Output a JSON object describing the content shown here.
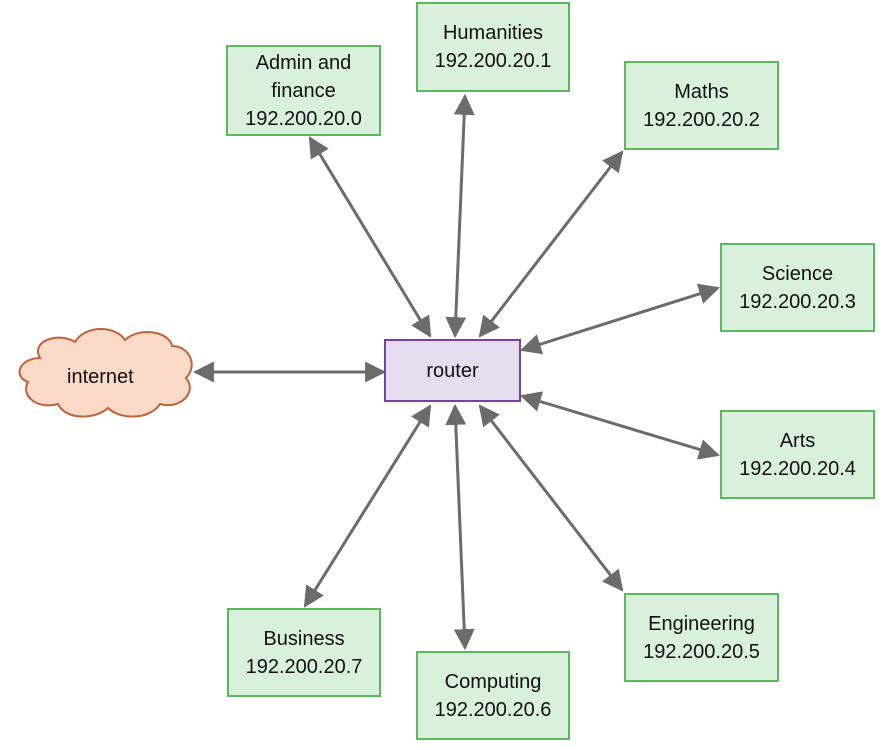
{
  "colors": {
    "node_fill": "#d9f0dd",
    "node_border": "#5cb85c",
    "router_fill": "#e6def0",
    "router_border": "#7b3f9e",
    "cloud_fill": "#f9d9c7",
    "cloud_border": "#c0623b",
    "arrow": "#6b6b6b"
  },
  "internet": {
    "label": "internet"
  },
  "router": {
    "label": "router"
  },
  "nodes": {
    "admin": {
      "name_line1": "Admin and",
      "name_line2": "finance",
      "ip": "192.200.20.0"
    },
    "humanities": {
      "name": "Humanities",
      "ip": "192.200.20.1"
    },
    "maths": {
      "name": "Maths",
      "ip": "192.200.20.2"
    },
    "science": {
      "name": "Science",
      "ip": "192.200.20.3"
    },
    "arts": {
      "name": "Arts",
      "ip": "192.200.20.4"
    },
    "engineering": {
      "name": "Engineering",
      "ip": "192.200.20.5"
    },
    "computing": {
      "name": "Computing",
      "ip": "192.200.20.6"
    },
    "business": {
      "name": "Business",
      "ip": "192.200.20.7"
    }
  }
}
